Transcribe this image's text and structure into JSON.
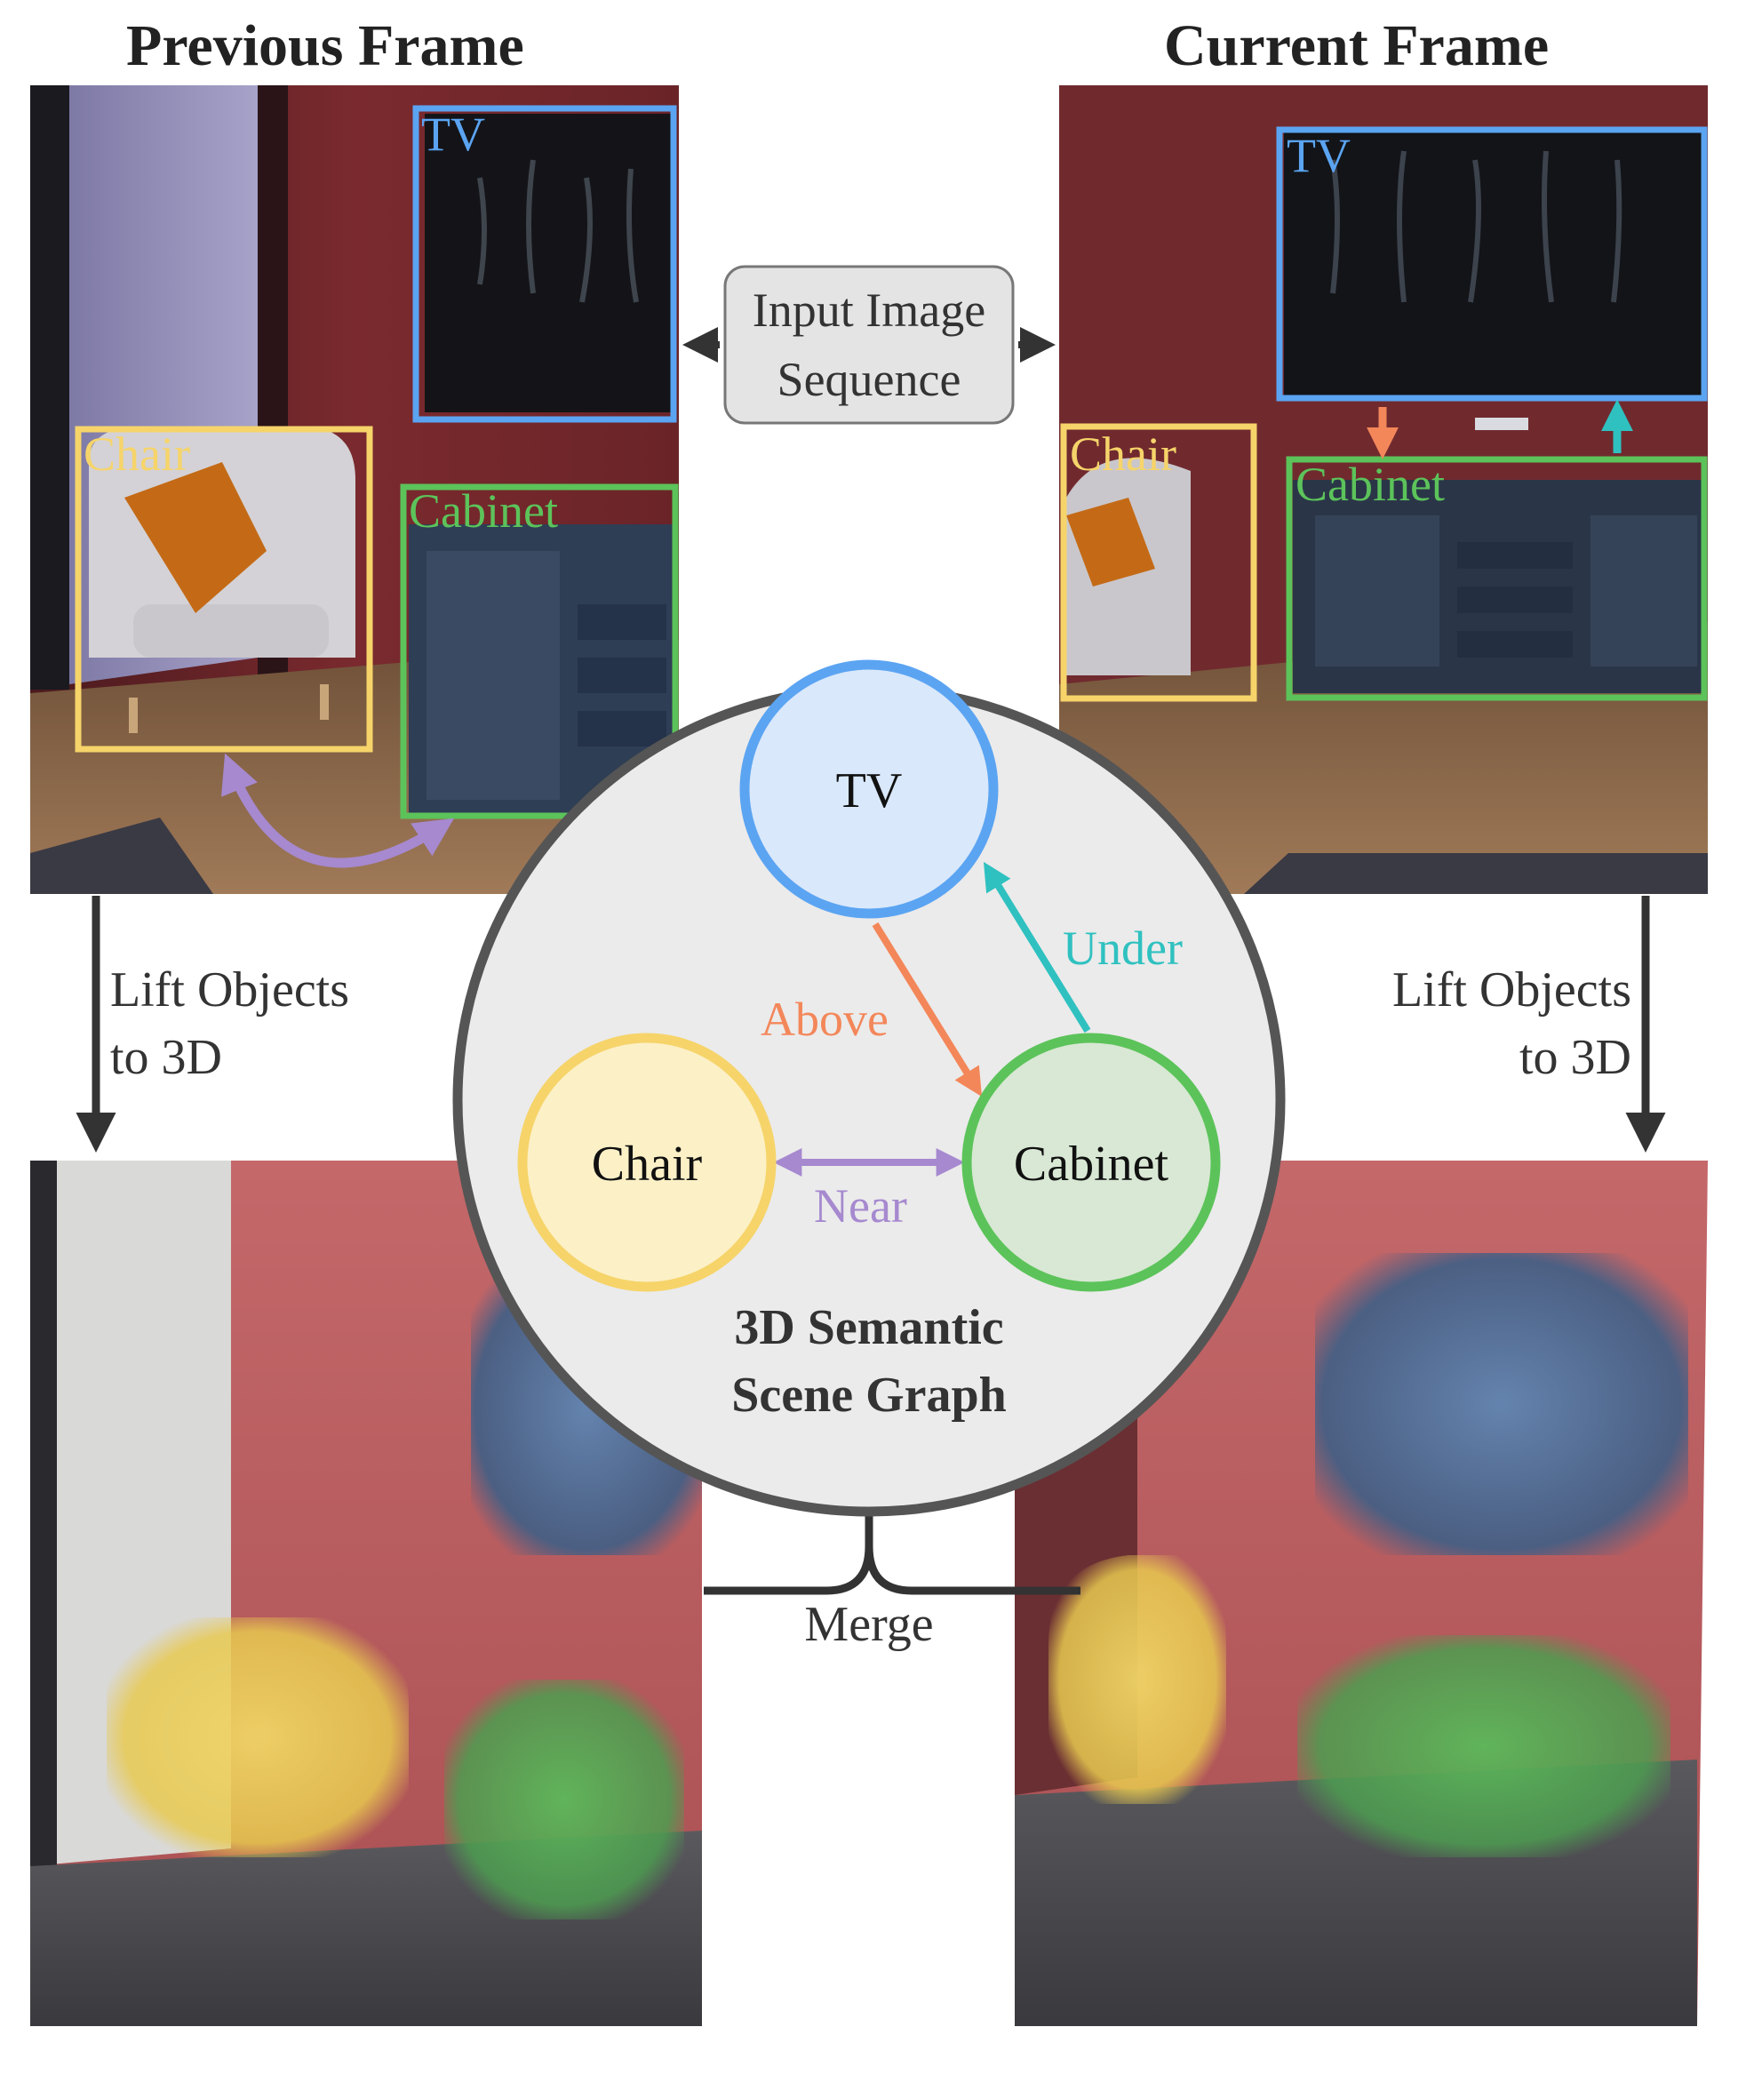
{
  "header": {
    "previous_frame": "Previous Frame",
    "current_frame": "Current Frame"
  },
  "input_box": {
    "line1": "Input Image",
    "line2": "Sequence"
  },
  "detections": {
    "tv": "TV",
    "chair": "Chair",
    "cabinet": "Cabinet"
  },
  "lift_labels": {
    "left_line1": "Lift Objects",
    "left_line2": "to 3D",
    "right_line1": "Lift Objects",
    "right_line2": "to 3D"
  },
  "graph": {
    "title_line1": "3D Semantic",
    "title_line2": "Scene Graph",
    "nodes": {
      "tv": "TV",
      "chair": "Chair",
      "cabinet": "Cabinet"
    },
    "edges": {
      "above": "Above",
      "under": "Under",
      "near": "Near"
    }
  },
  "merge_label": "Merge",
  "colors": {
    "tv": "#5ba4f2",
    "chair": "#f6d46a",
    "cabinet": "#5cc35a",
    "above": "#f3875a",
    "under": "#2fc1c0",
    "near": "#a689cf",
    "wall": "#7e2f32",
    "floor": "#8a6a4d",
    "graph_bg": "#ebebeb",
    "graph_border": "#555555"
  },
  "icons": {
    "left_up_arrow": "double-arrow-icon",
    "merge_arrow": "merge-arrow-icon"
  }
}
